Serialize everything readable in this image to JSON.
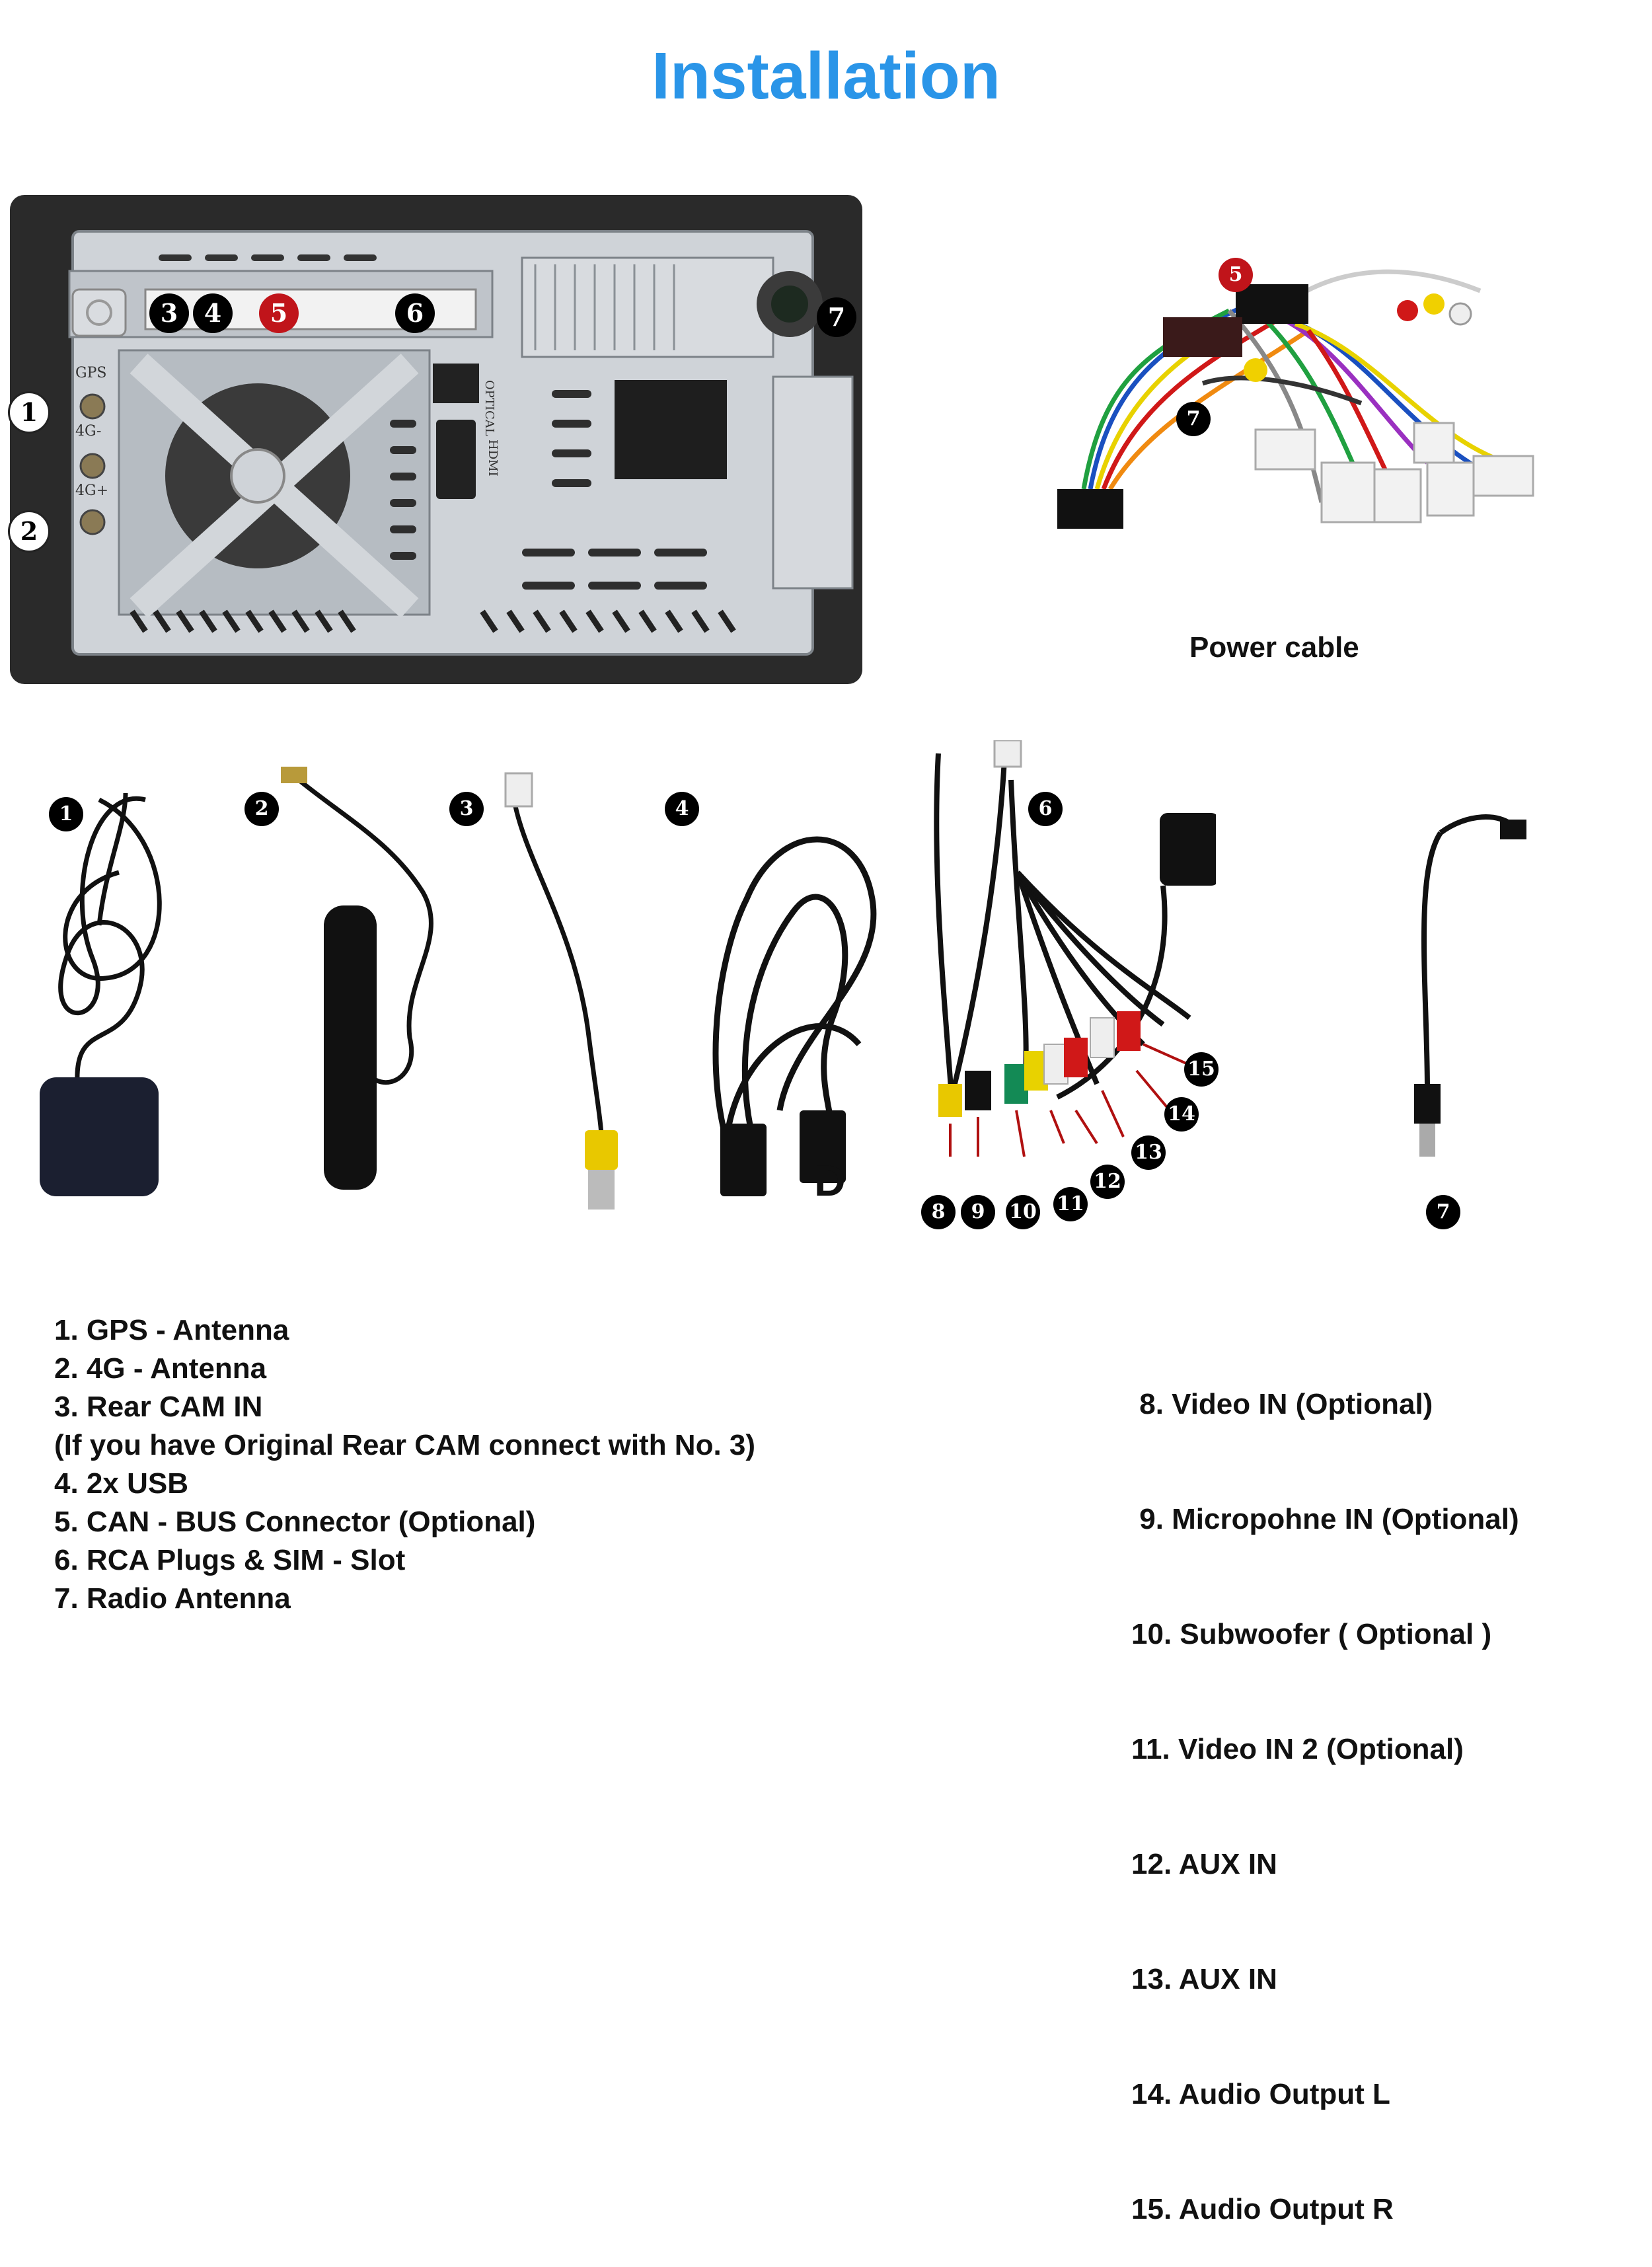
{
  "title": "Installation",
  "power_cable_caption": "Power cable",
  "d_label": "D",
  "badges": {
    "device": [
      "3",
      "4",
      "5",
      "6",
      "7",
      "1",
      "2"
    ],
    "harness": [
      "5",
      "7"
    ],
    "parts": [
      "1",
      "2",
      "3",
      "4",
      "6",
      "7"
    ],
    "rca": [
      "8",
      "9",
      "10",
      "11",
      "12",
      "13",
      "14",
      "15"
    ]
  },
  "device_labels": {
    "gps": "GPS",
    "g4m": "4G-",
    "g4p": "4G+",
    "optical": "OPTICAL",
    "hdmi": "HDMI"
  },
  "left_list": [
    "1. GPS - Antenna",
    "2. 4G - Antenna",
    "3. Rear CAM IN",
    "(If you have Original Rear CAM connect with No. 3)",
    "4. 2x USB",
    "5. CAN  - BUS Connector (Optional)",
    "6. RCA Plugs & SIM - Slot",
    "7. Radio Antenna"
  ],
  "right_list": [
    " 8. Video IN (Optional)",
    " 9. Micropohne IN (Optional)",
    "10. Subwoofer ( Optional )",
    "11. Video IN 2 (Optional)",
    "12. AUX IN",
    "13. AUX IN",
    "14. Audio Output L",
    "15. Audio Output R"
  ]
}
